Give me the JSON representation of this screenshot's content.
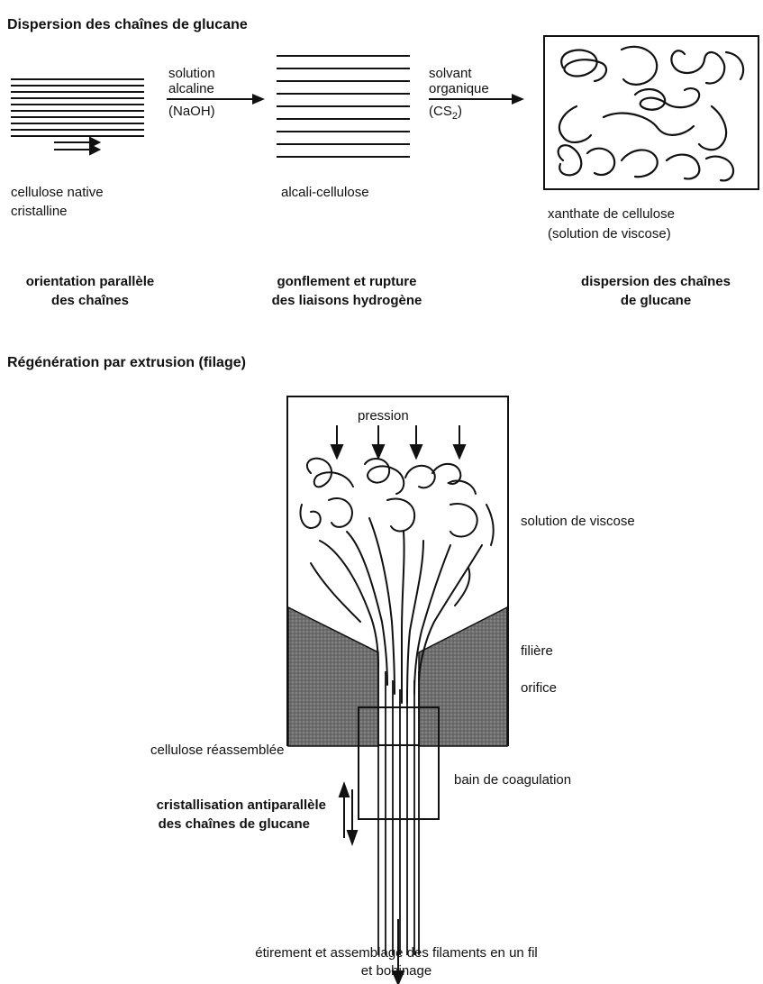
{
  "section1": {
    "heading": "Dispersion des chaînes de glucane",
    "arrow1_labels": [
      "solution",
      "alcaline",
      "(NaOH)"
    ],
    "arrow2_labels": [
      "solvant",
      "organique"
    ],
    "arrow2_formula": {
      "base": "(CS",
      "sub": "2",
      "end": ")"
    },
    "stage1_label": [
      "cellulose native",
      "cristalline"
    ],
    "stage2_label": "alcali-cellulose",
    "stage3_label": [
      "xanthate de cellulose",
      "(solution de viscose)"
    ],
    "caption1": [
      "orientation parallèle",
      "des chaînes"
    ],
    "caption2": [
      "gonflement et rupture",
      "des liaisons hydrogène"
    ],
    "caption3": [
      "dispersion des chaînes",
      "de glucane"
    ]
  },
  "section2": {
    "heading": "Régénération par extrusion (filage)",
    "pressure_label": "pression",
    "viscose_label": "solution de viscose",
    "spinneret_label": "filière",
    "orifice_label": "orifice",
    "reassembled_label": "cellulose réassemblée",
    "bath_label": "bain de coagulation",
    "crystallization_label": [
      "cristallisation antiparallèle",
      "des chaînes de glucane"
    ],
    "final_label": [
      "étirement et assemblage des filaments en un fil",
      "et bobinage"
    ]
  }
}
